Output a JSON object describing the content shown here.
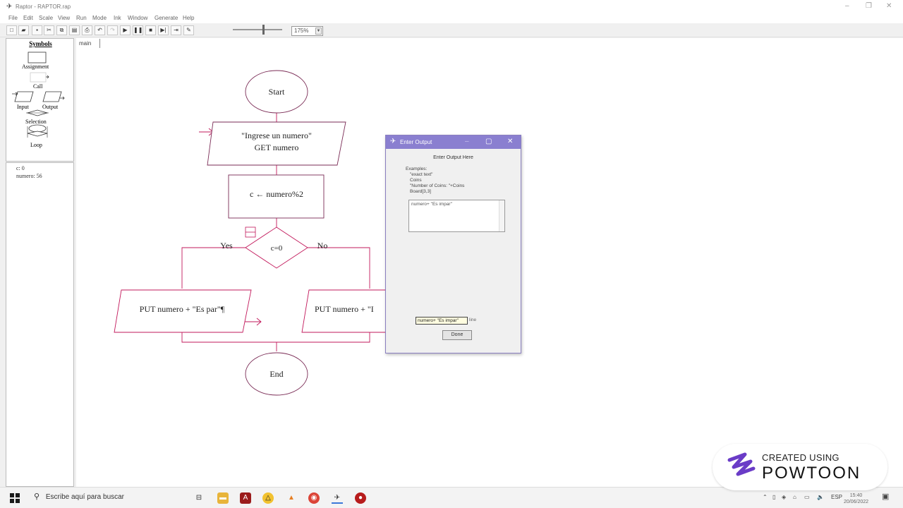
{
  "window": {
    "title": "Raptor - RAPTOR.rap",
    "controls": {
      "minimize": "–",
      "maximize": "❐",
      "close": "✕"
    }
  },
  "menu": [
    "File",
    "Edit",
    "Scale",
    "View",
    "Run",
    "Mode",
    "Ink",
    "Window",
    "Generate",
    "Help"
  ],
  "toolbar": {
    "zoom_value": "175%",
    "buttons": [
      "new",
      "open",
      "save",
      "cut",
      "copy",
      "paste",
      "print",
      "undo",
      "redo",
      "run",
      "pause",
      "stop",
      "step",
      "complete",
      "ink-pen"
    ]
  },
  "symbols": {
    "header": "Symbols",
    "items": [
      "Assignment",
      "Call",
      "Input",
      "Output",
      "Selection",
      "Loop"
    ]
  },
  "variables": [
    {
      "name": "c",
      "value": "0",
      "text": "c: 0"
    },
    {
      "name": "numero",
      "value": "56",
      "text": "numero: 56"
    }
  ],
  "tab": {
    "label": "main"
  },
  "flowchart": {
    "start": "Start",
    "input_prompt": "\"Ingrese un numero\"",
    "input_get": "GET numero",
    "assignment": "c ← numero%2",
    "decision": "c=0",
    "yes_label": "Yes",
    "no_label": "No",
    "output_yes": "PUT numero + \"Es par\"¶",
    "output_no": "PUT numero + \"I",
    "end": "End"
  },
  "dialog": {
    "title": "Enter Output",
    "heading": "Enter Output Here",
    "examples": [
      "Examples:",
      "\"exact text\"",
      "Coins",
      "\"Number of Coins: \"+Coins",
      "Board[3,3]"
    ],
    "textarea_value": "numero+ \"Es impar\"",
    "autocomplete": "numero+ \"Es impar\"",
    "after_autocomplete": "line",
    "done_label": "Done"
  },
  "taskbar": {
    "search_placeholder": "Escribe aquí para buscar",
    "language": "ESP",
    "time": "15:40",
    "date": "20/06/2022"
  },
  "watermark": {
    "line1": "CREATED USING",
    "line2": "POWTOON"
  },
  "colors": {
    "flow_line": "#c2185b",
    "shape_stroke": "#7a2b55",
    "dialog_title": "#8a7fd0",
    "powtoon_purple": "#6a3cc7"
  }
}
